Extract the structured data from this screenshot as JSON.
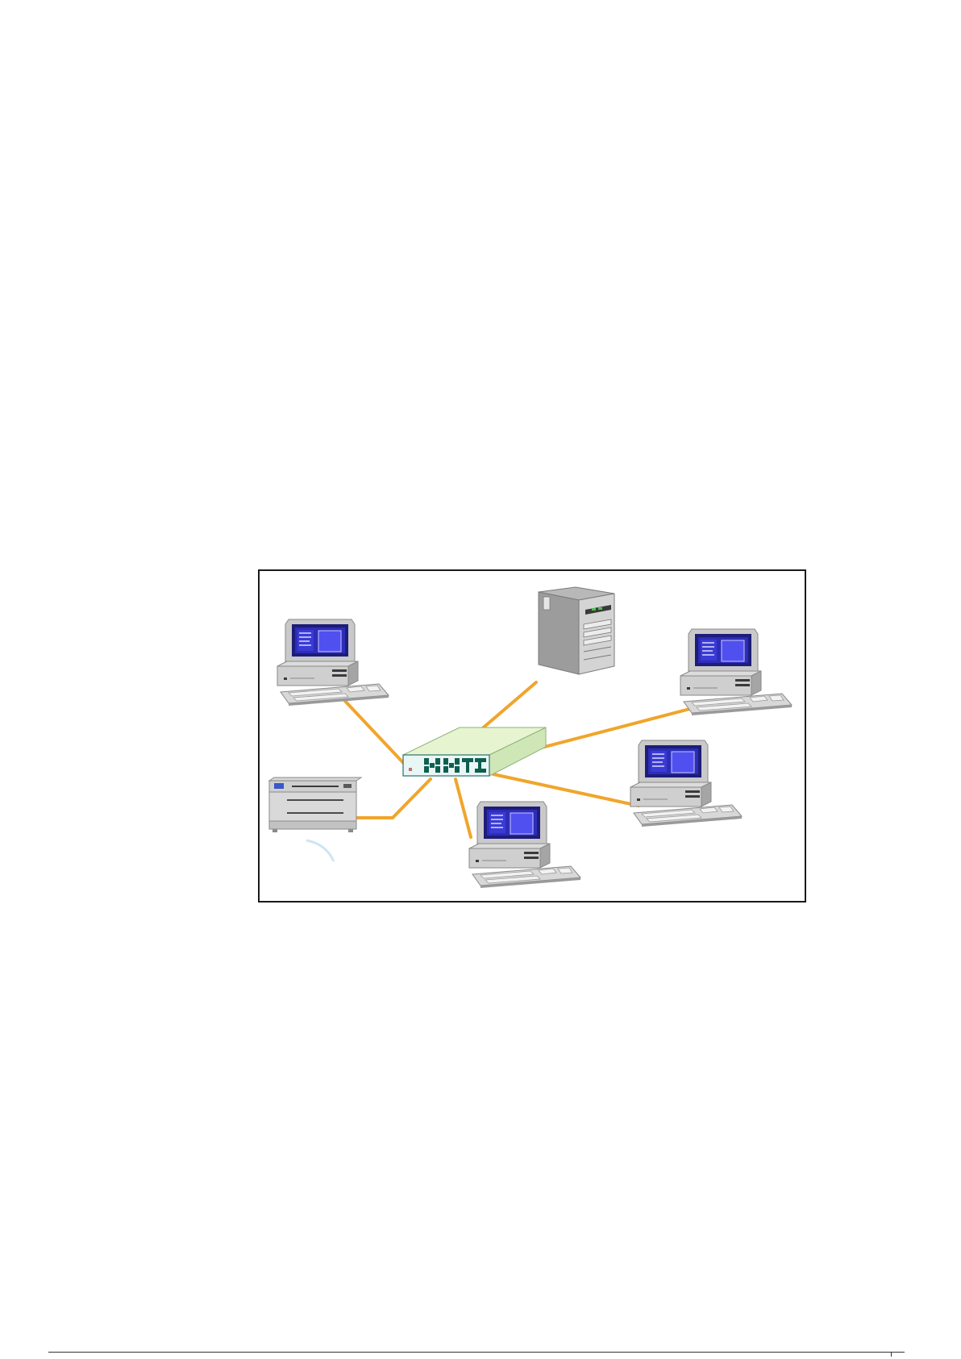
{
  "diagram": {
    "kind": "star network topology",
    "cable_color": "#F0A52B",
    "hub": {
      "name": "switch",
      "icon": "network-switch-icon"
    },
    "nodes": [
      {
        "id": "workstation-top-left",
        "icon": "desktop-computer-icon"
      },
      {
        "id": "server",
        "icon": "tower-server-icon"
      },
      {
        "id": "workstation-top-right",
        "icon": "desktop-computer-icon"
      },
      {
        "id": "workstation-right",
        "icon": "desktop-computer-icon"
      },
      {
        "id": "workstation-bottom",
        "icon": "desktop-computer-icon"
      },
      {
        "id": "printer",
        "icon": "printer-icon"
      }
    ],
    "edges": [
      [
        "switch",
        "workstation-top-left"
      ],
      [
        "switch",
        "server"
      ],
      [
        "switch",
        "workstation-top-right"
      ],
      [
        "switch",
        "workstation-right"
      ],
      [
        "switch",
        "workstation-bottom"
      ],
      [
        "switch",
        "printer"
      ]
    ]
  }
}
